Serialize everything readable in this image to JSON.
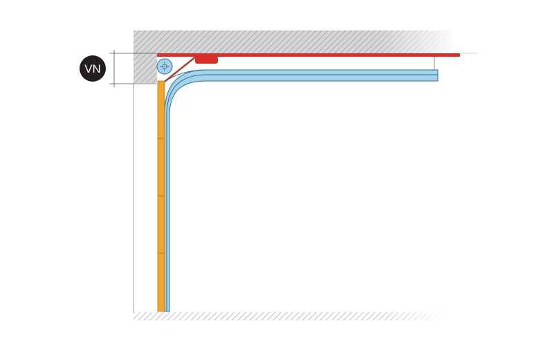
{
  "badge": {
    "label": "VN"
  },
  "colors": {
    "ceiling_hatch": "#b5b5b5",
    "wall": "#d9d5cc",
    "ceiling_rail": "#d7302a",
    "motor_unit": "#d7302a",
    "horizontal_track": "#a5d2ec",
    "track_outline": "#2f6a92",
    "door_panel": "#f0a52c",
    "panel_outline": "#b07a1e",
    "spring_drum": "#a5d2ec",
    "badge_background": "#231f20",
    "dimension_lines": "#555555"
  },
  "components": [
    "ceiling-hatch",
    "wall",
    "ceiling-rail",
    "motor-unit",
    "spring-drum",
    "horizontal-track",
    "vertical-track",
    "door-panels",
    "floor-hatch"
  ]
}
